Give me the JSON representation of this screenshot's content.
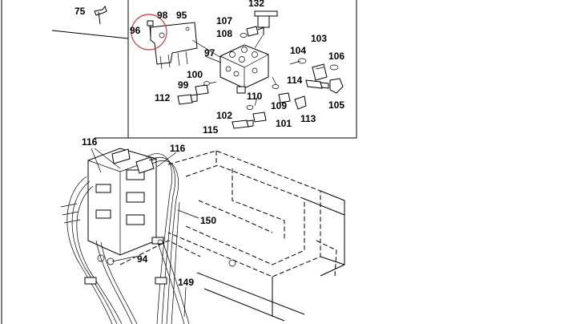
{
  "diagram": {
    "callouts": {
      "p75": "75",
      "p132": "132",
      "p107": "107",
      "p108": "108",
      "p96": "96",
      "p98": "98",
      "p95": "95",
      "p97": "97",
      "p104": "104",
      "p103": "103",
      "p106": "106",
      "p100": "100",
      "p99": "99",
      "p112": "112",
      "p114": "114",
      "p110": "110",
      "p109": "109",
      "p105": "105",
      "p102": "102",
      "p113": "113",
      "p101": "101",
      "p115": "115",
      "p116a": "116",
      "p116b": "116",
      "p150": "150",
      "p94": "94",
      "p149": "149"
    },
    "highlight_color": "#d04040"
  }
}
